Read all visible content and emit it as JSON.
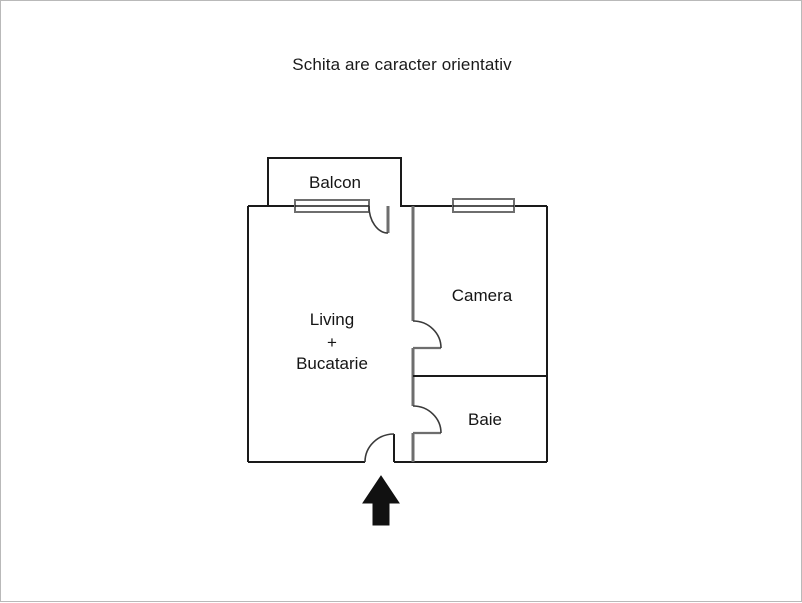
{
  "page": {
    "title": "Schita are caracter orientativ",
    "border_color": "#b9b9b9",
    "background": "#ffffff"
  },
  "floorplan": {
    "wall_color": "#1a1a1a",
    "window_color": "#6e6e6e",
    "door_arc_color": "#3a3a3a",
    "arrow_color": "#111111",
    "rooms": [
      {
        "id": "balcon",
        "label": "Balcon"
      },
      {
        "id": "living-bucatarie",
        "label_line1": "Living",
        "label_line2": "+",
        "label_line3": "Bucatarie"
      },
      {
        "id": "camera",
        "label": "Camera"
      },
      {
        "id": "baie",
        "label": "Baie"
      }
    ],
    "openings": [
      {
        "id": "balcony-window",
        "type": "window"
      },
      {
        "id": "camera-window",
        "type": "window"
      },
      {
        "id": "balcony-door",
        "type": "door"
      },
      {
        "id": "camera-door",
        "type": "door"
      },
      {
        "id": "baie-door",
        "type": "door"
      },
      {
        "id": "entrance-door",
        "type": "door"
      }
    ],
    "entrance_marker": {
      "id": "entrance-arrow",
      "direction": "up"
    }
  }
}
